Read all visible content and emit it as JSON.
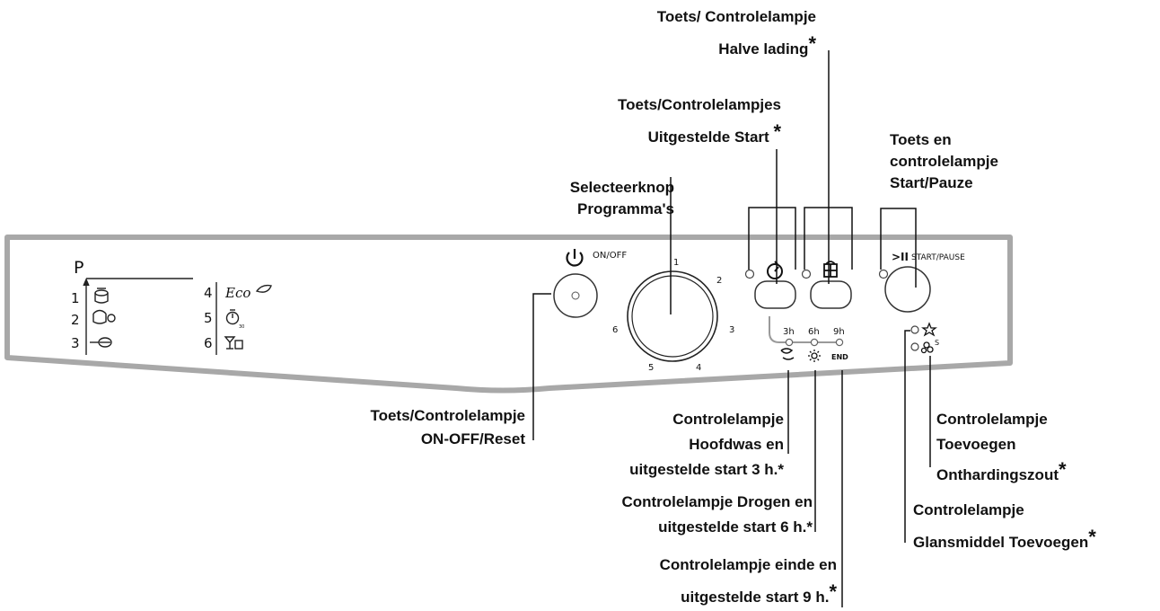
{
  "panel": {
    "program_letter": "P",
    "program_numbers": [
      "1",
      "2",
      "3",
      "4",
      "5",
      "6"
    ],
    "eco_label": "Eco",
    "eco_speed_sub": "30",
    "onoff_label": "ON/OFF",
    "dial_numbers": [
      "1",
      "2",
      "3",
      "4",
      "5",
      "6"
    ],
    "delay_hours": [
      "3h",
      "6h",
      "9h"
    ],
    "end_label": "END",
    "start_pause_label": "START/PAUSE",
    "start_symbol": ">II",
    "salt_s": "S"
  },
  "callouts": {
    "halve_lading": [
      "Toets/ Controlelampje",
      "Halve lading"
    ],
    "uitgestelde_start": [
      "Toets/Controlelampjes",
      "Uitgestelde Start"
    ],
    "selecteerknop": [
      "Selecteerknop",
      "Programma's"
    ],
    "start_pauze": [
      "Toets en",
      "controlelampje",
      "Start/Pauze"
    ],
    "onoff_reset": [
      "Toets/Controlelampje",
      "ON-OFF/Reset"
    ],
    "hoofdwas": [
      "Controlelampje",
      "Hoofdwas en",
      "uitgestelde start 3 h.*"
    ],
    "drogen": [
      "Controlelampje Drogen en",
      "uitgestelde start 6 h.*"
    ],
    "einde": [
      "Controlelampje einde en",
      "uitgestelde start 9 h."
    ],
    "onthardingszout": [
      "Controlelampje",
      "Toevoegen",
      "Onthardingszout"
    ],
    "glansmiddel": [
      "Controlelampje",
      "Glansmiddel Toevoegen"
    ],
    "asterisk": "*"
  },
  "icons": [
    "power-icon",
    "delay-start-icon",
    "half-load-icon",
    "pot-icon",
    "casserole-icon",
    "pan-icon",
    "eco-leaf-icon",
    "timer-icon",
    "glass-icon",
    "wash-icon",
    "dry-sun-icon",
    "rinse-aid-icon",
    "salt-icon"
  ]
}
